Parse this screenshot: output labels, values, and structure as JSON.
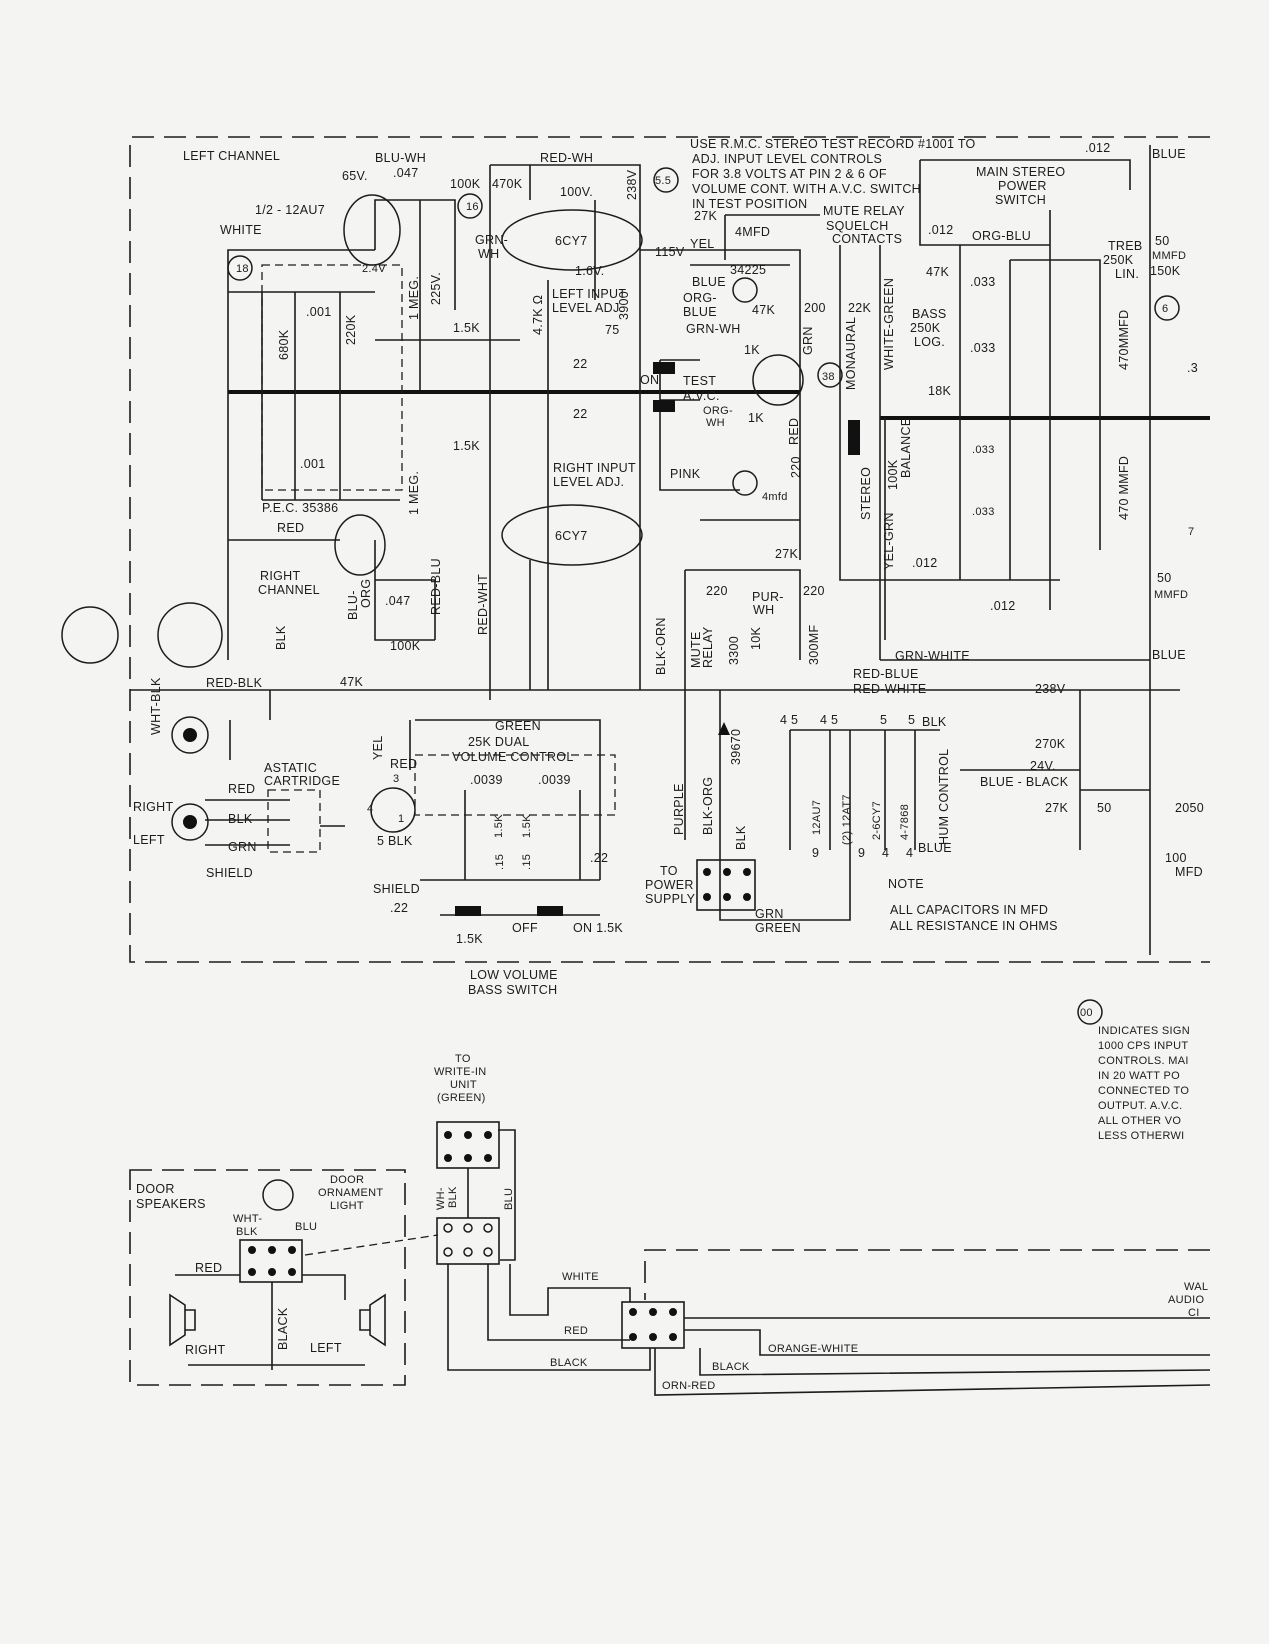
{
  "note_top": [
    "USE R.M.C. STEREO TEST RECORD #1001 TO",
    "ADJ. INPUT LEVEL CONTROLS",
    "FOR 3.8 VOLTS AT PIN 2 & 6 OF",
    "VOLUME CONT. WITH A.V.C. SWITCH",
    "IN TEST POSITION"
  ],
  "left": {
    "left_channel": "LEFT CHANNEL",
    "tube": "1/2 - 12AU7",
    "white": "WHITE",
    "blu_wh": "BLU-WH",
    "v65": "65V.",
    "c047": ".047",
    "r100k": "100K",
    "grn_wh": "GRN-",
    "grn_wh2": "WH",
    "v24": "2.4V",
    "v225": "225V.",
    "meg1": "1 MEG.",
    "r680k": "680K",
    "c001": ".001",
    "r220k": "220K",
    "r15k": "1.5K",
    "r15k_b": "1.5K",
    "c001b": ".001",
    "pec": "P.E.C. 35386",
    "meg1b": "1 MEG.",
    "red": "RED",
    "right_channel": "RIGHT",
    "right_channel2": "CHANNEL",
    "blu_org": "BLU-",
    "blu_org2": "ORG",
    "c047b": ".047",
    "r100kb": "100K",
    "red_blu": "RED-BLU",
    "red_wht": "RED-WHT",
    "blk": "BLK",
    "wht_blk": "WHT-BLK",
    "red_blk": "RED-BLK",
    "r47k": "47K",
    "n18": "18",
    "n16": "16"
  },
  "mid": {
    "red_wh": "RED-WH",
    "r470k": "470K",
    "v100": "100V.",
    "v238": "238V",
    "n55": "5.5",
    "tube6cy7": "6CY7",
    "tube6cy7b": "6CY7",
    "v115": "115V",
    "v16": "1.6V.",
    "r47kohm": "4.7K Ω",
    "left_input": "LEFT INPUT",
    "level_adj": "LEVEL ADJ.",
    "r75": "75",
    "r3900": "3900",
    "r22": "22",
    "r22b": "22",
    "right_input": "RIGHT INPUT",
    "level_adj2": "LEVEL ADJ.",
    "r27k": "27K",
    "c4mfd": "4MFD",
    "yel": "YEL",
    "blue": "BLUE",
    "n34225": "34225",
    "org_blue": "ORG-",
    "org_blue2": "BLUE",
    "grn_wh": "GRN-WH",
    "r47k": "47K",
    "r1k": "1K",
    "r200": "200",
    "grn": "GRN",
    "on": "ON",
    "test": "TEST",
    "avc": "A.V.C.",
    "org_wh": "ORG-",
    "org_wh2": "WH",
    "r1kb": "1K",
    "pink": "PINK",
    "red": "RED",
    "r220": "220",
    "c4mfd2": "4mfd",
    "r27kb": "27K",
    "n38": "38",
    "mute_relay": "MUTE RELAY",
    "squelch": "SQUELCH",
    "contacts": "CONTACTS"
  },
  "right": {
    "c012_top": ".012",
    "main_stereo": "MAIN STEREO",
    "power": "POWER",
    "switch": "SWITCH",
    "blue": "BLUE",
    "c012": ".012",
    "org_blu": "ORG-BLU",
    "r47k": "47K",
    "c033": ".033",
    "bass": "BASS",
    "bass2": "250K",
    "bass3": "LOG.",
    "c033b": ".033",
    "r18k": "18K",
    "monaural": "MONAURAL",
    "r22k": "22K",
    "white_green": "WHITE-GREEN",
    "treb": "TREB",
    "treb2": "250K",
    "treb3": "LIN.",
    "r150k": "150K",
    "c50": "50",
    "mmfd": "MMFD",
    "c470": "470MMFD",
    "n6": "6",
    "n3": ".3",
    "balance": "100K",
    "balance2": "BALANCE",
    "c033c": ".033",
    "c033d": ".033",
    "c470b": "470 MMFD",
    "stereo": "STEREO",
    "yel_grn": "YEL-GRN",
    "c012c": ".012",
    "c012d": ".012",
    "c50b": "50",
    "mmfd2": "MMFD",
    "grn_white": "GRN-WHITE",
    "blue2": "BLUE",
    "n7": "7"
  },
  "lower": {
    "r220a": "220",
    "pur_wh": "PUR-",
    "pur_wh2": "WH",
    "r220b": "220",
    "blk_orn": "BLK-ORN",
    "mute_relay": "MUTE",
    "mute_relay2": "RELAY",
    "r3300": "3300",
    "r10k": "10K",
    "c300": "300MF",
    "red_blue": "RED-BLUE",
    "red_white": "RED-WHITE",
    "v238": "238V",
    "r270k": "270K",
    "v24": "24V.",
    "blue_black": "BLUE - BLACK",
    "r27k": "27K",
    "c50": "50",
    "r2050": "2050",
    "c100": "100",
    "mfd": "MFD",
    "n39670": "39670",
    "purple": "PURPLE",
    "blk_org": "BLK-ORG",
    "blk": "BLK",
    "to_power": "TO",
    "to_power2": "POWER",
    "to_power3": "SUPPLY",
    "grn": "GRN",
    "green": "GREEN",
    "p45a": "4 5",
    "p45b": "4 5",
    "p5a": "5",
    "p5b": "5",
    "blk2": "BLK",
    "t12au7": "12AU7",
    "t12at7": "(2) 12AT7",
    "t6cy7": "2-6CY7",
    "t4": "4-7868",
    "hum": "HUM CONTROL",
    "p9": "9",
    "p9b": "9",
    "p4": "4",
    "p4b": "4",
    "blue": "BLUE",
    "note": "NOTE",
    "note1": "ALL CAPACITORS IN MFD",
    "note2": "ALL RESISTANCE IN OHMS"
  },
  "volume": {
    "green": "GREEN",
    "dual": "25K DUAL",
    "vc": "VOLUME CONTROL",
    "c0039": ".0039",
    "c0039b": ".0039",
    "yel": "YEL",
    "red": "RED",
    "n3": "3",
    "n4": "4",
    "n1": "1",
    "blk": "5 BLK",
    "r15k": "1.5K",
    "r15kb": "1.5K",
    "c15": ".15",
    "c15b": ".15",
    "c22": ".22",
    "shield": "SHIELD",
    "c22b": ".22",
    "r15kc": "1.5K",
    "off": "OFF",
    "on": "ON 1.5K",
    "low": "LOW VOLUME",
    "bass": "BASS SWITCH"
  },
  "cartridge": {
    "astatic": "ASTATIC",
    "cart": "CARTRIDGE",
    "red": "RED",
    "blk": "BLK",
    "grn": "GRN",
    "right": "RIGHT",
    "left": "LEFT",
    "shield": "SHIELD"
  },
  "legend": {
    "symbol": "00",
    "lines": [
      "INDICATES SIGN",
      "1000 CPS INPUT",
      "CONTROLS. MAI",
      "IN 20 WATT PO",
      "CONNECTED TO",
      "OUTPUT. A.V.C.",
      "ALL OTHER VO",
      "LESS OTHERWI"
    ]
  },
  "door": {
    "title": "DOOR",
    "title2": "SPEAKERS",
    "orn": "DOOR",
    "orn2": "ORNAMENT",
    "orn3": "LIGHT",
    "wht_blk": "WHT-",
    "wht_blk2": "BLK",
    "blu": "BLU",
    "red": "RED",
    "black": "BLACK",
    "right": "RIGHT",
    "left": "LEFT"
  },
  "writein": {
    "to": "TO",
    "wi": "WRITE-IN",
    "unit": "UNIT",
    "green": "(GREEN)",
    "wh_blk": "WH-",
    "wh_blk2": "BLK",
    "blu": "BLU"
  },
  "harness": {
    "white": "WHITE",
    "red": "RED",
    "black": "BLACK",
    "orange_white": "ORANGE-WHITE",
    "black2": "BLACK",
    "orn_red": "ORN-RED",
    "wal": "WAL",
    "audio": "AUDIO",
    "ci": "CI"
  }
}
